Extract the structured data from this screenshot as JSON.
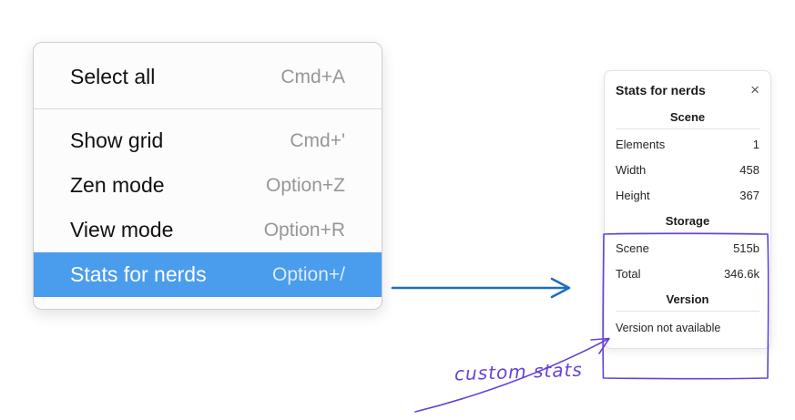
{
  "menu": {
    "items": [
      {
        "label": "Select all",
        "shortcut": "Cmd+A"
      },
      {
        "label": "Show grid",
        "shortcut": "Cmd+'"
      },
      {
        "label": "Zen mode",
        "shortcut": "Option+Z"
      },
      {
        "label": "View mode",
        "shortcut": "Option+R"
      },
      {
        "label": "Stats for nerds",
        "shortcut": "Option+/"
      }
    ],
    "selected_item": "Stats for nerds"
  },
  "stats_panel": {
    "title": "Stats for nerds",
    "close_label": "×",
    "scene_section": {
      "heading": "Scene",
      "rows": [
        {
          "label": "Elements",
          "value": "1"
        },
        {
          "label": "Width",
          "value": "458"
        },
        {
          "label": "Height",
          "value": "367"
        }
      ]
    },
    "storage_section": {
      "heading": "Storage",
      "rows": [
        {
          "label": "Scene",
          "value": "515b"
        },
        {
          "label": "Total",
          "value": "346.6k"
        }
      ]
    },
    "version_section": {
      "heading": "Version",
      "note": "Version not available"
    }
  },
  "annotation": {
    "label": "custom stats"
  },
  "colors": {
    "highlight_blue": "#4a9ded",
    "arrow_blue": "#1b6fc0",
    "annotation_purple": "#6741d9"
  }
}
